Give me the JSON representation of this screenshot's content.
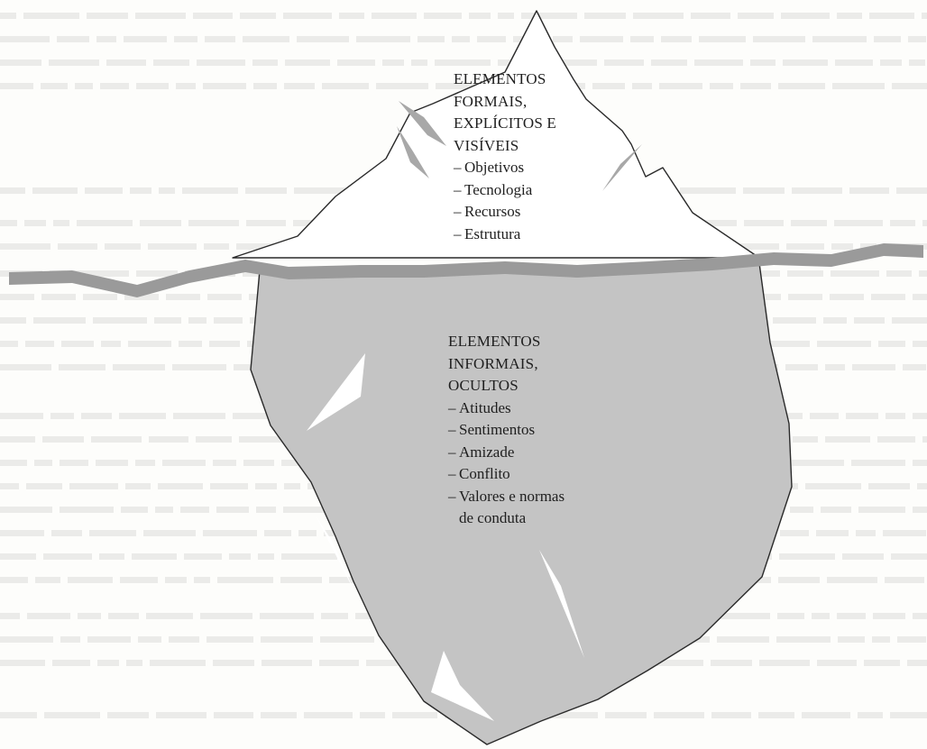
{
  "colors": {
    "paper": "#fdfdfb",
    "ghost_text": "#c9c9c9",
    "iceberg_outline": "#2a2a2a",
    "iceberg_tip_fill": "#ffffff",
    "iceberg_underwater_fill": "#c4c4c4",
    "facet_fill": "#a8a8a8",
    "highlight_fill": "#ffffff",
    "waterline_fill": "#9a9a9a",
    "text": "#1f1f1f"
  },
  "visible_section": {
    "heading_lines": [
      "ELEMENTOS",
      "FORMAIS,",
      "EXPLÍCITOS E",
      "VISÍVEIS"
    ],
    "items": [
      "Objetivos",
      "Tecnologia",
      "Recursos",
      "Estrutura"
    ]
  },
  "hidden_section": {
    "heading_lines": [
      "ELEMENTOS",
      "INFORMAIS,",
      "OCULTOS"
    ],
    "items": [
      "Atitudes",
      "Sentimentos",
      "Amizade",
      "Conflito",
      "Valores e normas"
    ],
    "item_continuation": "de conduta"
  }
}
